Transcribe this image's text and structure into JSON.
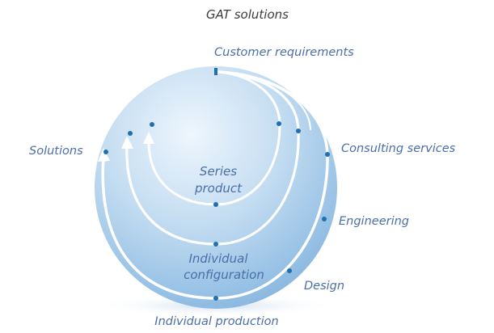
{
  "title": "GAT solutions",
  "labels": {
    "customer_requirements": "Customer requirements",
    "consulting_services": "Consulting services",
    "engineering": "Engineering",
    "design": "Design",
    "solutions": "Solutions",
    "individual_production": "Individual production",
    "series_product_line1": "Series",
    "series_product_line2": "product",
    "individual_configuration_line1": "Individual",
    "individual_configuration_line2": "configuration"
  },
  "colors": {
    "sphere_light": "#e6f1fb",
    "sphere_mid": "#bcd7ef",
    "sphere_dark": "#8fbbe2",
    "arc": "#ffffff",
    "dot": "#1f6fb3",
    "label_text": "#4a6ea8",
    "title_text": "#3b3b3b"
  }
}
